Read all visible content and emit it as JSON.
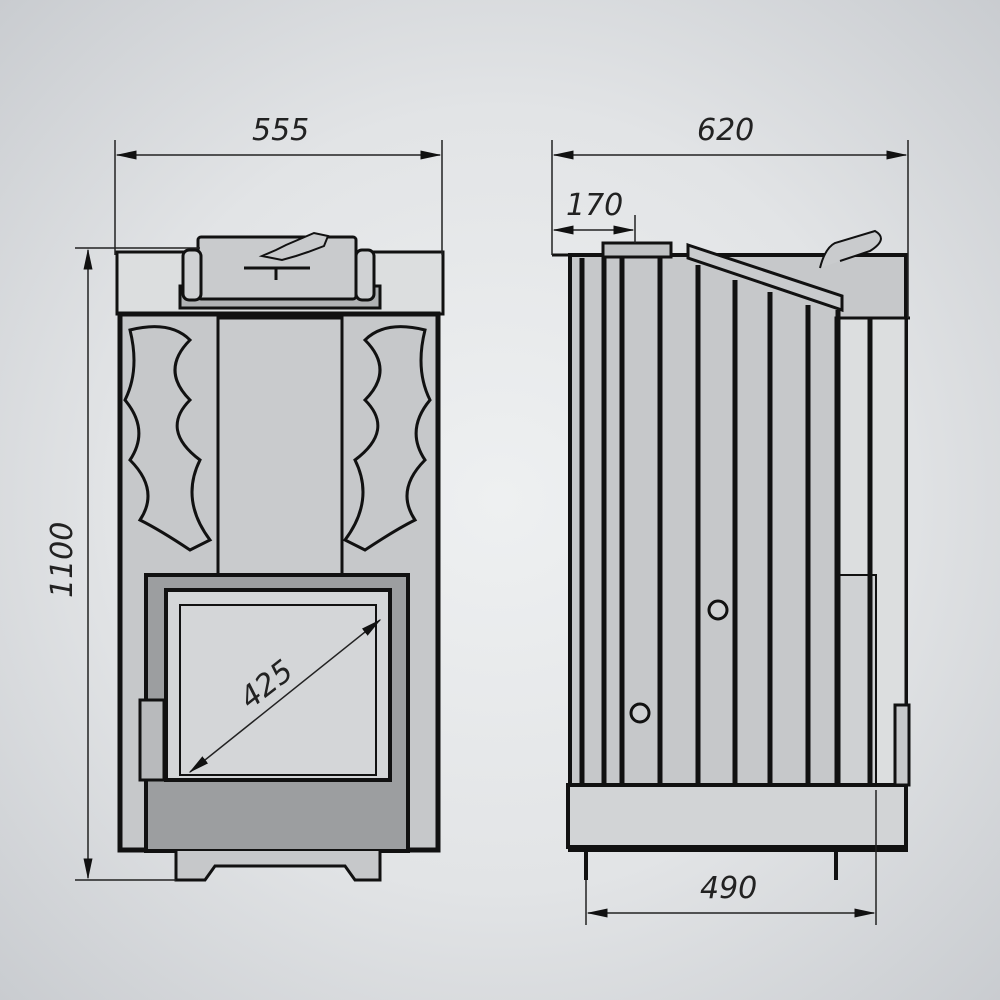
{
  "title": "Stove dimension drawing",
  "dimensions": {
    "front_width": "555",
    "height": "1100",
    "glass_diagonal": "425",
    "side_depth": "620",
    "top_offset": "170",
    "base_depth": "490"
  },
  "colors": {
    "body": "#c6c8ca",
    "door": "#9c9ea0",
    "glass": "#d4d6d8",
    "line": "#111111"
  }
}
